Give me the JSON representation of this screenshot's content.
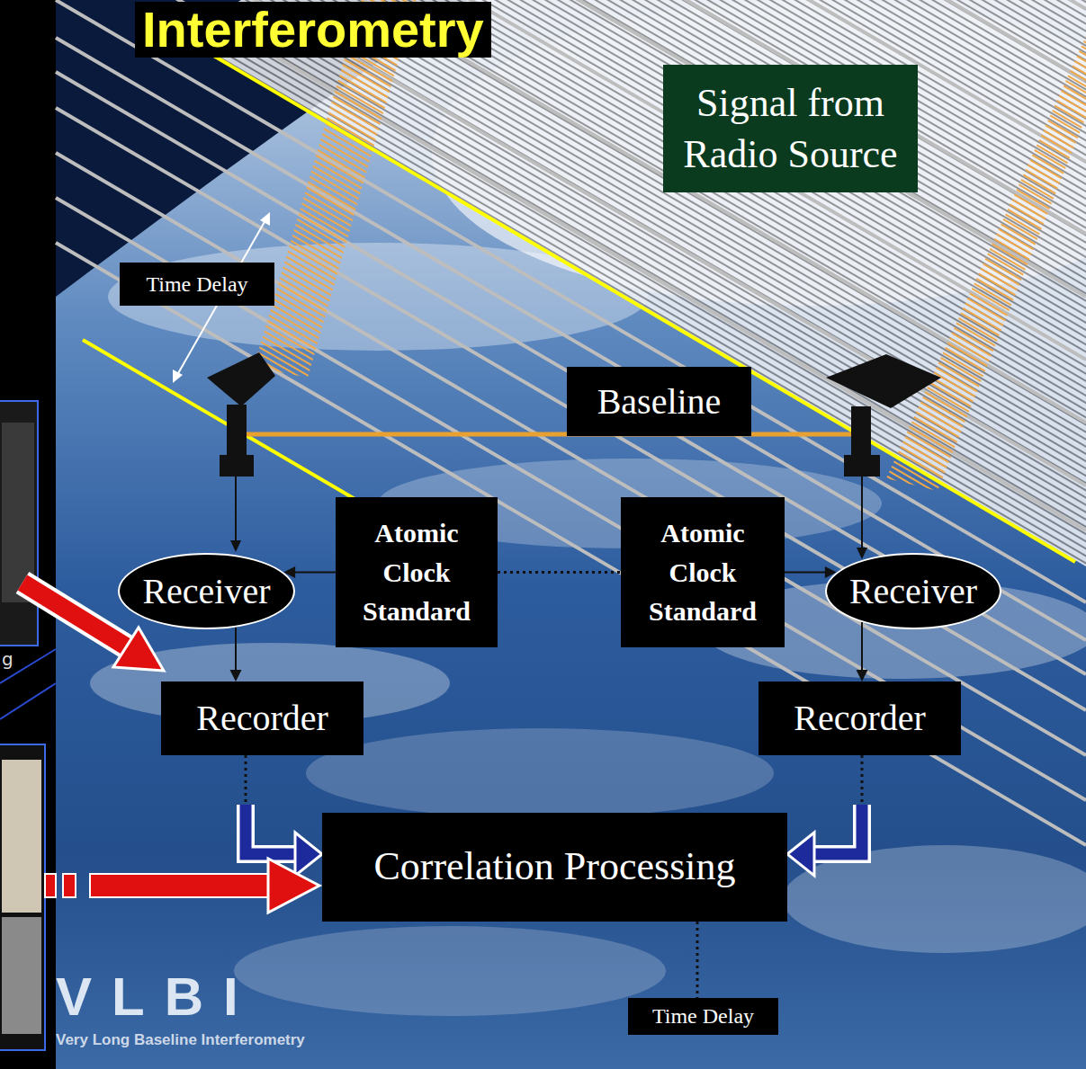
{
  "diagram": {
    "title": "Interferometry",
    "nodes": [
      {
        "text": [
          "Signal from Radio Source"
        ]
      },
      {
        "text": [
          "Time Delay"
        ]
      },
      {
        "text": [
          "Baseline"
        ]
      },
      {
        "text": [
          "Receiver"
        ]
      },
      {
        "text": [
          "Atomic Clock Standard"
        ]
      },
      {
        "text": [
          "Atomic Clock Standard"
        ]
      },
      {
        "text": [
          "Receiver"
        ]
      },
      {
        "text": [
          "Recorder"
        ]
      },
      {
        "text": [
          "Recorder"
        ]
      },
      {
        "text": [
          "Correlation Processing"
        ]
      },
      {
        "text": [
          "Time Delay"
        ]
      }
    ],
    "edges": [
      {
        "from": 4,
        "to": 3,
        "arrow": "to"
      },
      {
        "from": 4,
        "to": 5,
        "arrow": "none"
      },
      {
        "from": 5,
        "to": 6,
        "arrow": "to"
      },
      {
        "from": 3,
        "to": 7,
        "arrow": "to"
      },
      {
        "from": 6,
        "to": 8,
        "arrow": "to"
      },
      {
        "from": 7,
        "to": 9,
        "arrow": "to"
      },
      {
        "from": 8,
        "to": 9,
        "arrow": "to"
      },
      {
        "from": 9,
        "to": 10,
        "arrow": "none"
      }
    ],
    "labels": [
      "g",
      "VLBI",
      "Very Long Baseline Interferometry"
    ]
  }
}
